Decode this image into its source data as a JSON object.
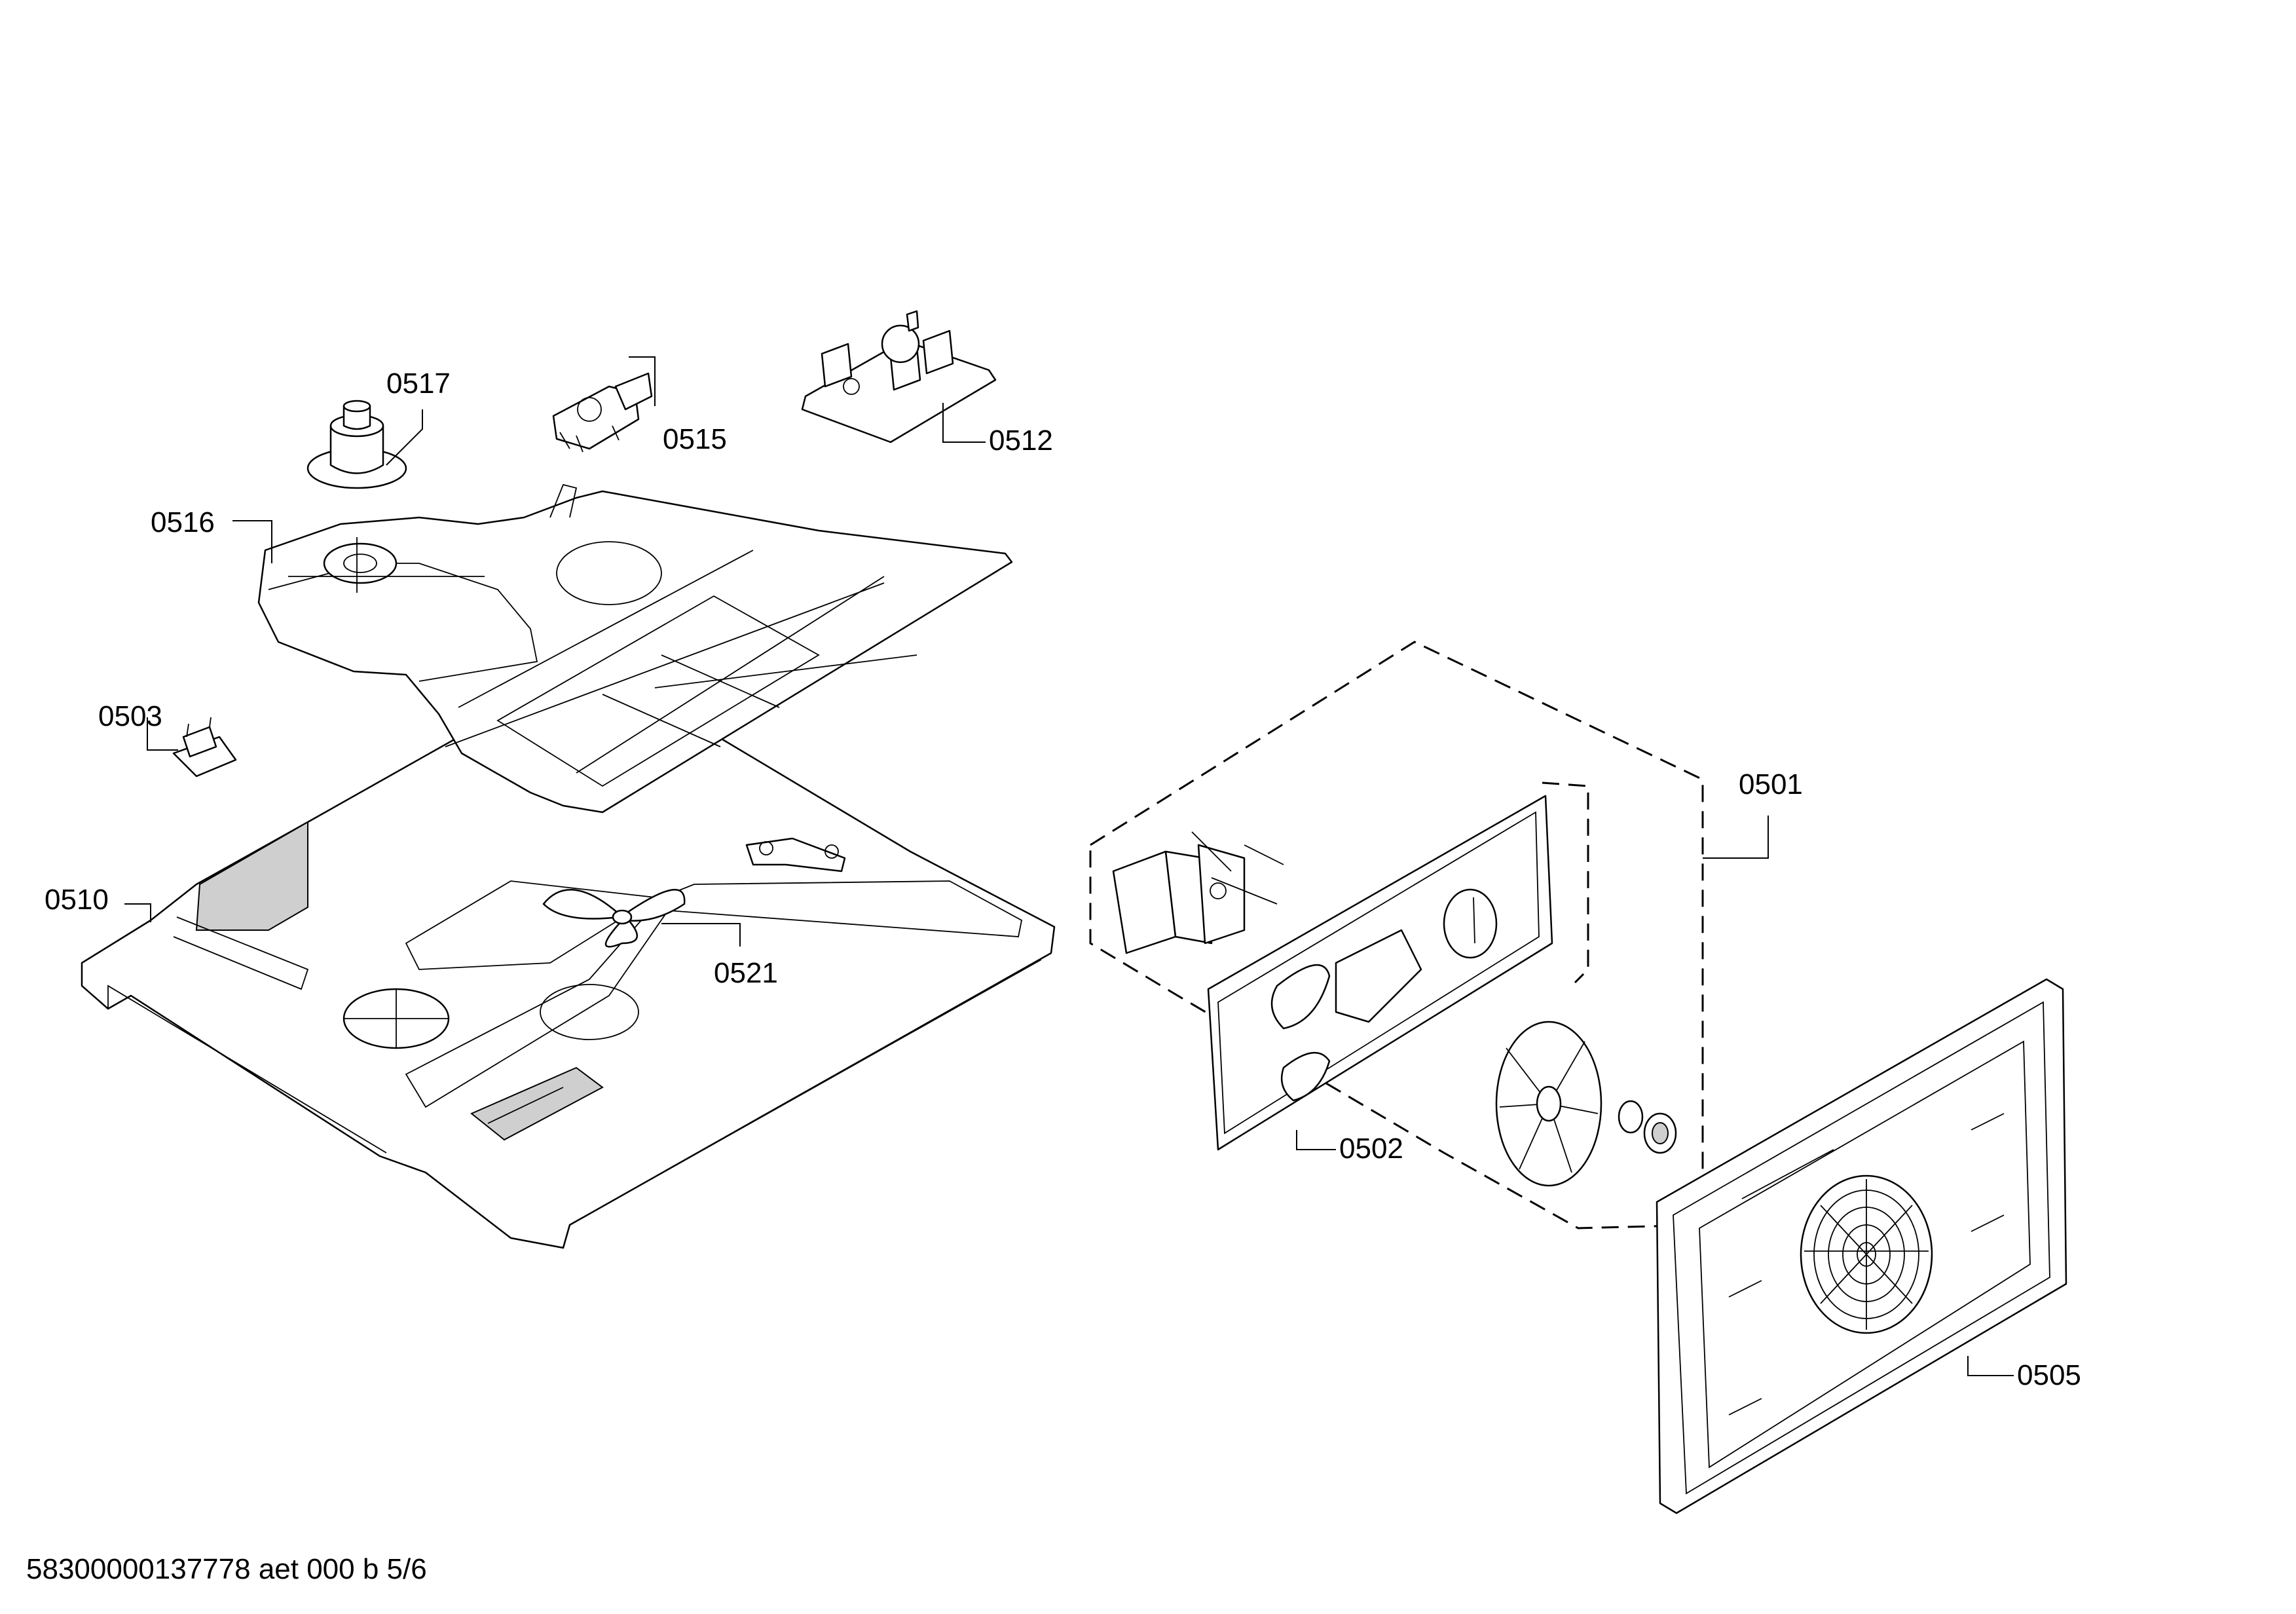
{
  "labels": {
    "p0501": "0501",
    "p0502": "0502",
    "p0503": "0503",
    "p0505": "0505",
    "p0510": "0510",
    "p0512": "0512",
    "p0515": "0515",
    "p0516": "0516",
    "p0517": "0517",
    "p0521": "0521"
  },
  "footer": "58300000137778 aet 000 b 5/6"
}
